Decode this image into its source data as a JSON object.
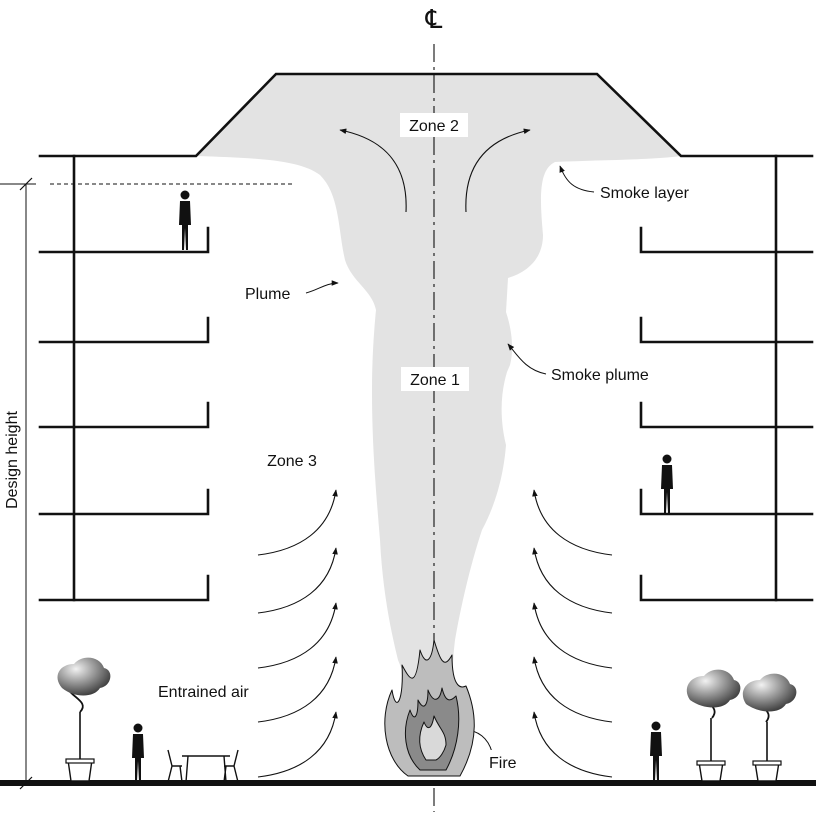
{
  "centerline_symbol": "℄",
  "labels": {
    "zone1": "Zone 1",
    "zone2": "Zone 2",
    "zone3": "Zone 3",
    "smoke_layer": "Smoke layer",
    "plume": "Plume",
    "smoke_plume": "Smoke plume",
    "entrained_air": "Entrained air",
    "fire": "Fire",
    "design_height": "Design height"
  },
  "colors": {
    "smoke": "#e3e3e3",
    "flame_outer": "#bdbdbd",
    "flame_inner": "#8a8a8a",
    "lines": "#111111"
  }
}
